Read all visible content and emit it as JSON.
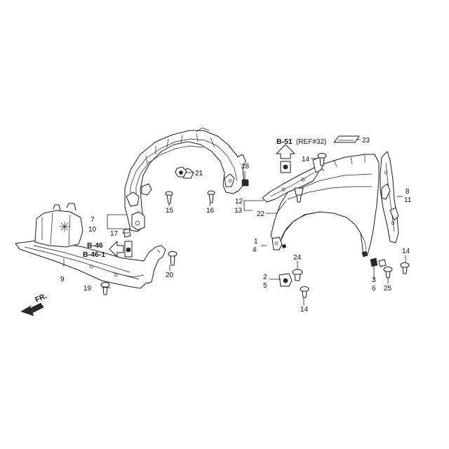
{
  "callouts": {
    "c1": "1",
    "c2": "2",
    "c3": "3",
    "c4": "4",
    "c5": "5",
    "c6": "6",
    "c7": "7",
    "c8": "8",
    "c9": "9",
    "c10": "10",
    "c11": "11",
    "c12": "12",
    "c13": "13",
    "c14a": "14",
    "c14b": "14",
    "c14c": "14",
    "c15": "15",
    "c16": "16",
    "c17": "17",
    "c18": "18",
    "c19": "19",
    "c20": "20",
    "c21": "21",
    "c22": "22",
    "c23": "23",
    "c24": "24",
    "c25": "25"
  },
  "refs": {
    "b51": "B-51",
    "b51_note": "(REF#32)",
    "b46": "B-46",
    "b461": "B-46-1",
    "front": "FR."
  }
}
